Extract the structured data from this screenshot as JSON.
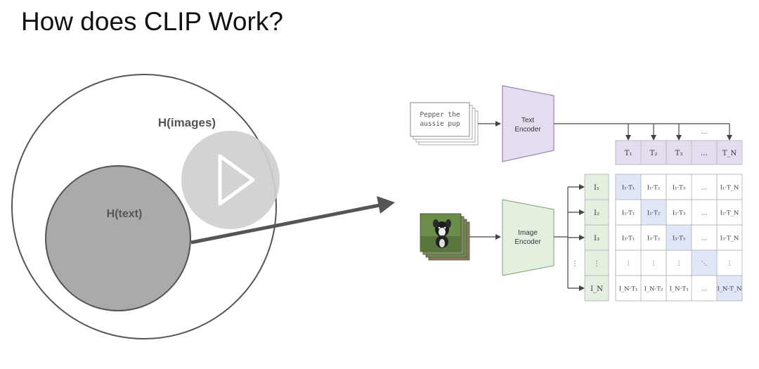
{
  "title": "How does CLIP Work?",
  "venn": {
    "outer_label": "H(images)",
    "inner_label": "H(text)",
    "colors": {
      "outer_fill": "#ffffff",
      "outer_stroke": "#555555",
      "inner_fill": "#aaaaaa",
      "inner_stroke": "#555555",
      "arrow": "#555555"
    }
  },
  "video_overlay": {
    "icon": "play-icon",
    "color": "#cfcfcf"
  },
  "clip": {
    "text_input": [
      "Pepper the",
      "aussie pup"
    ],
    "text_encoder": [
      "Text",
      "Encoder"
    ],
    "image_encoder": [
      "Image",
      "Encoder"
    ],
    "text_features": [
      "T₁",
      "T₂",
      "T₃",
      "…",
      "T_N"
    ],
    "image_features": [
      "I₁",
      "I₂",
      "I₃",
      "⋮",
      "I_N"
    ],
    "matrix": [
      [
        "I₁·T₁",
        "I₁·T₂",
        "I₁·T₃",
        "…",
        "I₁·T_N"
      ],
      [
        "I₂·T₁",
        "I₂·T₂",
        "I₂·T₃",
        "…",
        "I₂·T_N"
      ],
      [
        "I₃·T₁",
        "I₃·T₂",
        "I₃·T₃",
        "…",
        "I₃·T_N"
      ],
      [
        "⋮",
        "⋮",
        "⋮",
        "⋱",
        "⋮"
      ],
      [
        "I_N·T₁",
        "I_N·T₂",
        "I_N·T₃",
        "…",
        "I_N·T_N"
      ]
    ],
    "ellipsis": "…",
    "vdots": "⋮",
    "colors": {
      "text_encoder_fill": "#e6dcef",
      "text_encoder_stroke": "#9a86b0",
      "image_encoder_fill": "#e4f0df",
      "image_encoder_stroke": "#8fb085",
      "text_feature_fill": "#e6dcef",
      "image_feature_fill": "#e4f0df",
      "diagonal_fill": "#dfe6f7",
      "grid_stroke": "#bbbbbb",
      "line": "#444444"
    }
  }
}
